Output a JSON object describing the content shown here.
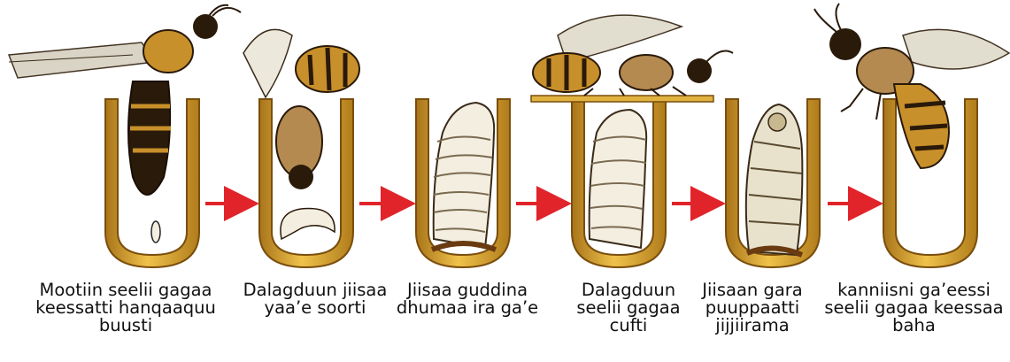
{
  "diagram": {
    "stages": [
      {
        "caption": "Mootiin seelii gagaa\nkeessatti hanqaaquu\nbuusti",
        "icon": "queen-bee-laying-egg-icon"
      },
      {
        "caption": "Dalagduun jiisaa\nyaa’e soorti",
        "icon": "worker-bee-feeding-larva-icon"
      },
      {
        "caption": "Jiisaa guddina\ndhumaa ira ga’e",
        "icon": "grown-larva-icon"
      },
      {
        "caption": "Dalagduun\nseelii gagaa\ncufti",
        "icon": "worker-bee-capping-cell-icon"
      },
      {
        "caption": "Jiisaan gara\npuuppaatti\njijjiirama",
        "icon": "pupa-icon"
      },
      {
        "caption": "kanniisni ga’eessi\nseelii gagaa keessaa\nbaha",
        "icon": "adult-bee-emerging-icon"
      }
    ],
    "colors": {
      "cell": "#d9a62a",
      "cell_dark": "#8a5a10",
      "arrow": "#e0242a",
      "bee_body": "#c8902a",
      "bee_dark": "#2a1a0a",
      "larva": "#f3eee0"
    }
  }
}
